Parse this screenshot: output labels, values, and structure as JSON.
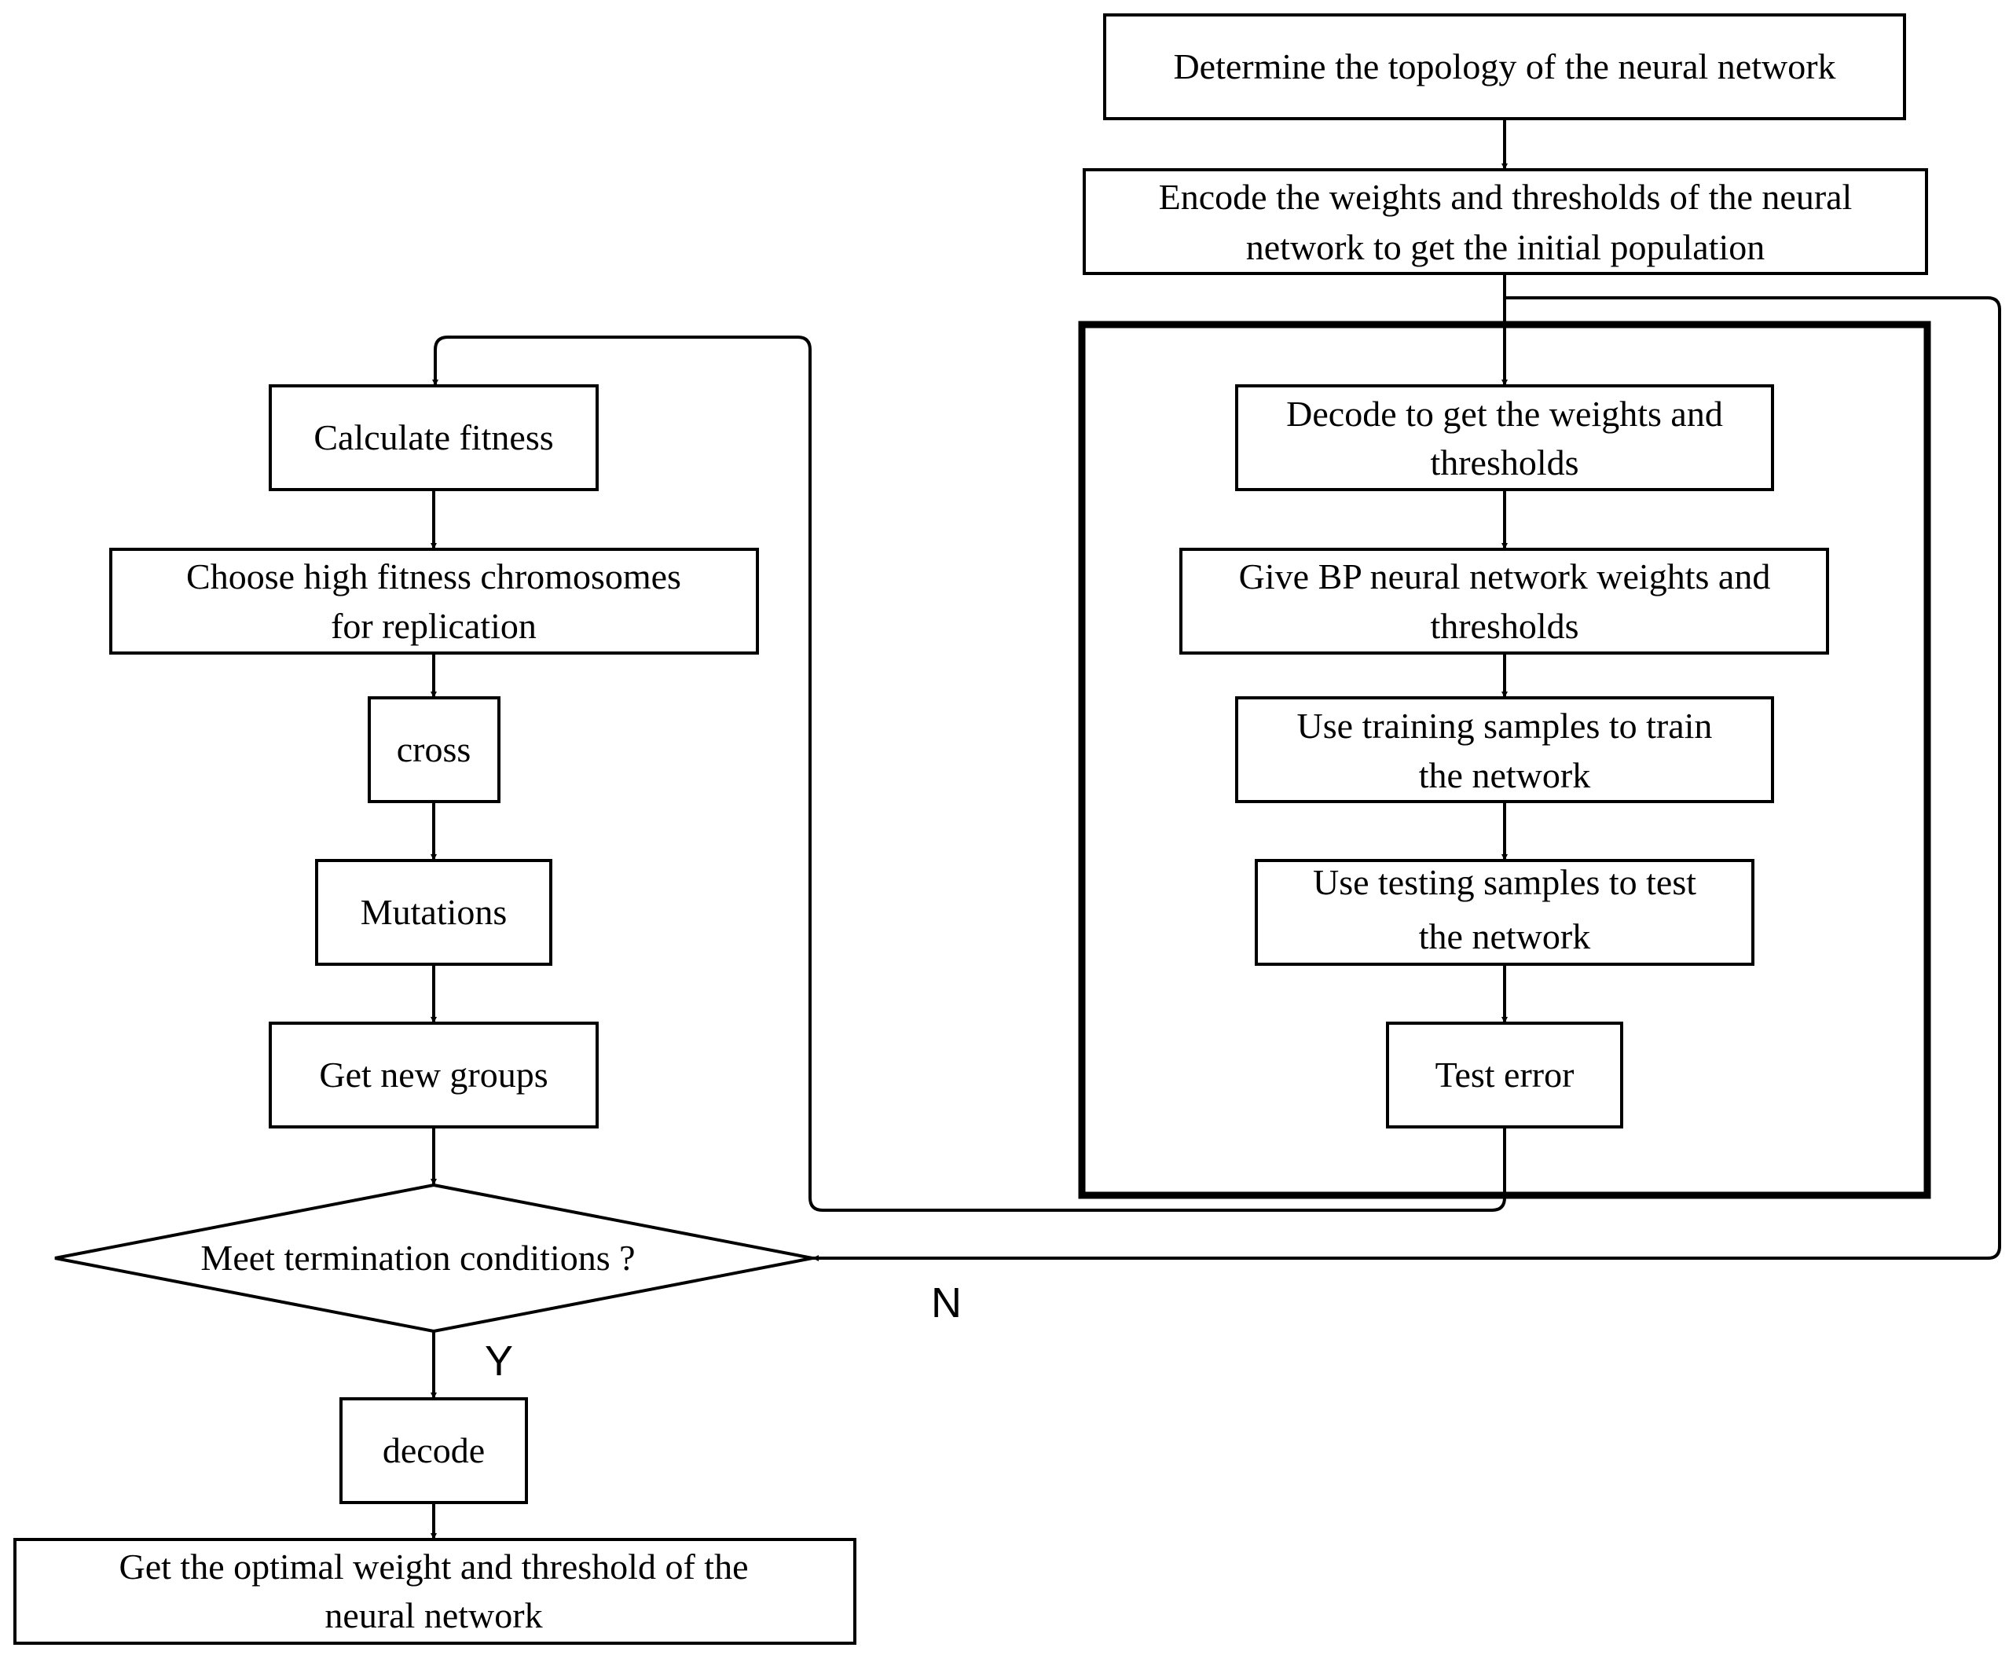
{
  "flowchart": {
    "nodes": {
      "determine_topology": "Determine the topology of the neural network",
      "encode_weights": [
        "Encode the weights and thresholds of the neural",
        "network to get the initial population"
      ],
      "decode_weights": [
        "Decode to get the weights and",
        "thresholds"
      ],
      "give_bp": [
        "Give BP neural network weights and",
        "thresholds"
      ],
      "train": [
        "Use training samples to train",
        "the network"
      ],
      "test": [
        "Use testing samples to test",
        "the network"
      ],
      "test_error": "Test error",
      "calc_fitness": "Calculate fitness",
      "choose_high": [
        "Choose high fitness chromosomes",
        "for replication"
      ],
      "cross": "cross",
      "mutations": "Mutations",
      "new_groups": "Get new groups",
      "termination": "Meet termination conditions ?",
      "decode": "decode",
      "optimal": [
        "Get the optimal weight and threshold of the",
        "neural network"
      ]
    },
    "branch_labels": {
      "no": "N",
      "yes": "Y"
    }
  }
}
